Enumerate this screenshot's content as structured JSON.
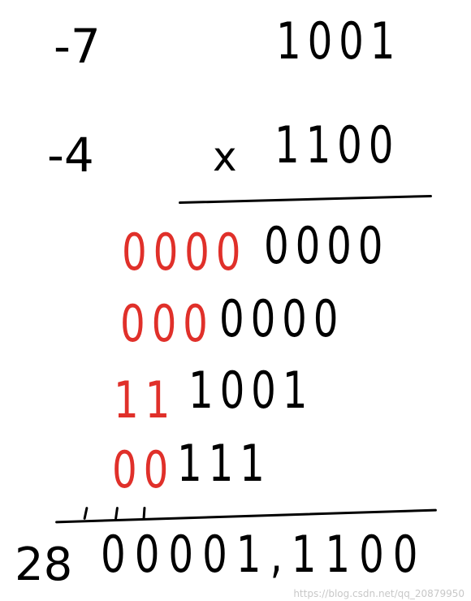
{
  "left_operands": {
    "first": "-7",
    "second": "-4"
  },
  "multiplication": {
    "multiplicand": "1001",
    "operator": "x",
    "multiplier": "1100"
  },
  "partial_products": [
    {
      "red": "0000",
      "black": "0000"
    },
    {
      "red": "000",
      "black": "0000"
    },
    {
      "red": "11",
      "black": "1001"
    },
    {
      "red": "00",
      "black": "111"
    }
  ],
  "result": {
    "decimal": "28",
    "binary": "00001,1100"
  },
  "watermark": "https://blog.csdn.net/qq_20879950",
  "colors": {
    "ink": "#000000",
    "sign_extension": "#e0302a",
    "background": "#ffffff"
  }
}
